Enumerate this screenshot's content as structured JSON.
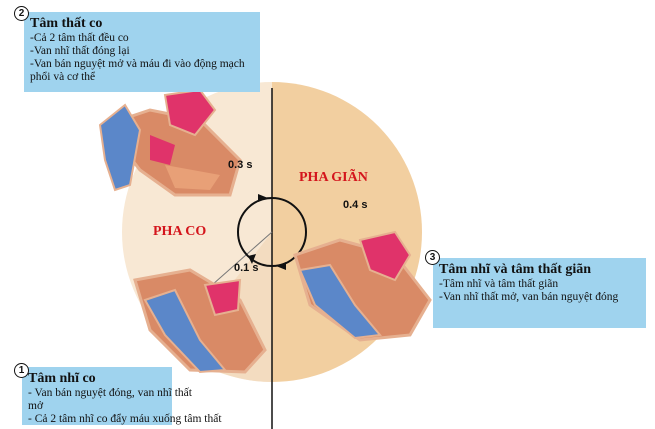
{
  "phases": {
    "contraction_label": "PHA CO",
    "relaxation_label": "PHA GIÃN",
    "times": [
      "0.1 s",
      "0.3 s",
      "0.4 s"
    ]
  },
  "steps": [
    {
      "number": "1",
      "title": "Tâm nhĩ co",
      "lines": [
        "- Van bán nguyệt đóng, van nhĩ thất mở",
        "- Cả 2 tâm nhĩ co đẩy máu xuống tâm thất"
      ]
    },
    {
      "number": "2",
      "title": "Tâm thất co",
      "lines": [
        "-Cả 2 tâm thất đều co",
        "-Van nhĩ thất đóng lại",
        "-Van bán nguyệt mở và máu đi vào động mạch phổi và cơ thể"
      ]
    },
    {
      "number": "3",
      "title": "Tâm nhĩ và tâm thất giãn",
      "lines": [
        "-Tâm nhĩ và tâm thất giãn",
        "-Van nhĩ thất mở, van bán nguyệt đóng"
      ]
    }
  ],
  "colors": {
    "box": "#9fd3ee",
    "contraction_half": "#f8e8d4",
    "relaxation_half": "#f2cfa0",
    "label": "#d4151c",
    "oxygenated": "#e0336a",
    "deoxygenated": "#5b87c9",
    "muscle": "#d98a66"
  }
}
